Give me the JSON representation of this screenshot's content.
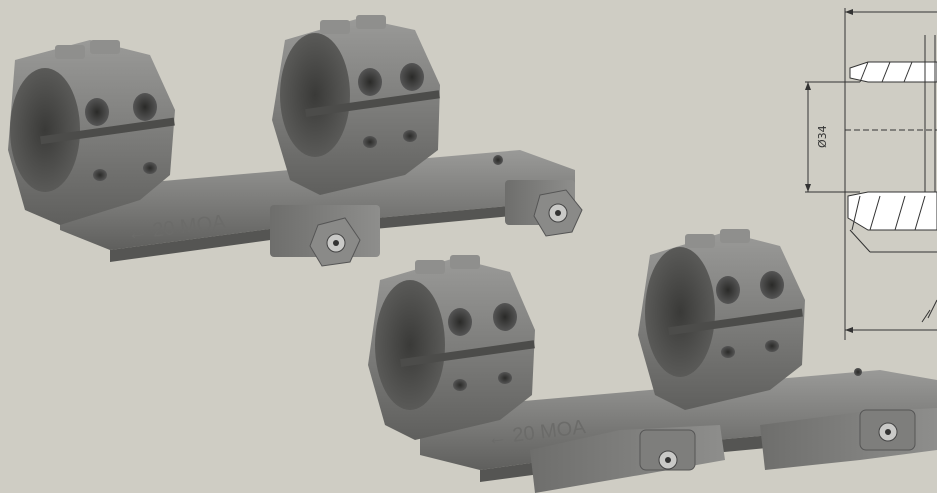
{
  "mount_top": {
    "engraving": "← 20 MOA"
  },
  "mount_bottom": {
    "engraving": "← 20 MOA"
  },
  "drawing": {
    "diameter_label": "Ø34"
  }
}
